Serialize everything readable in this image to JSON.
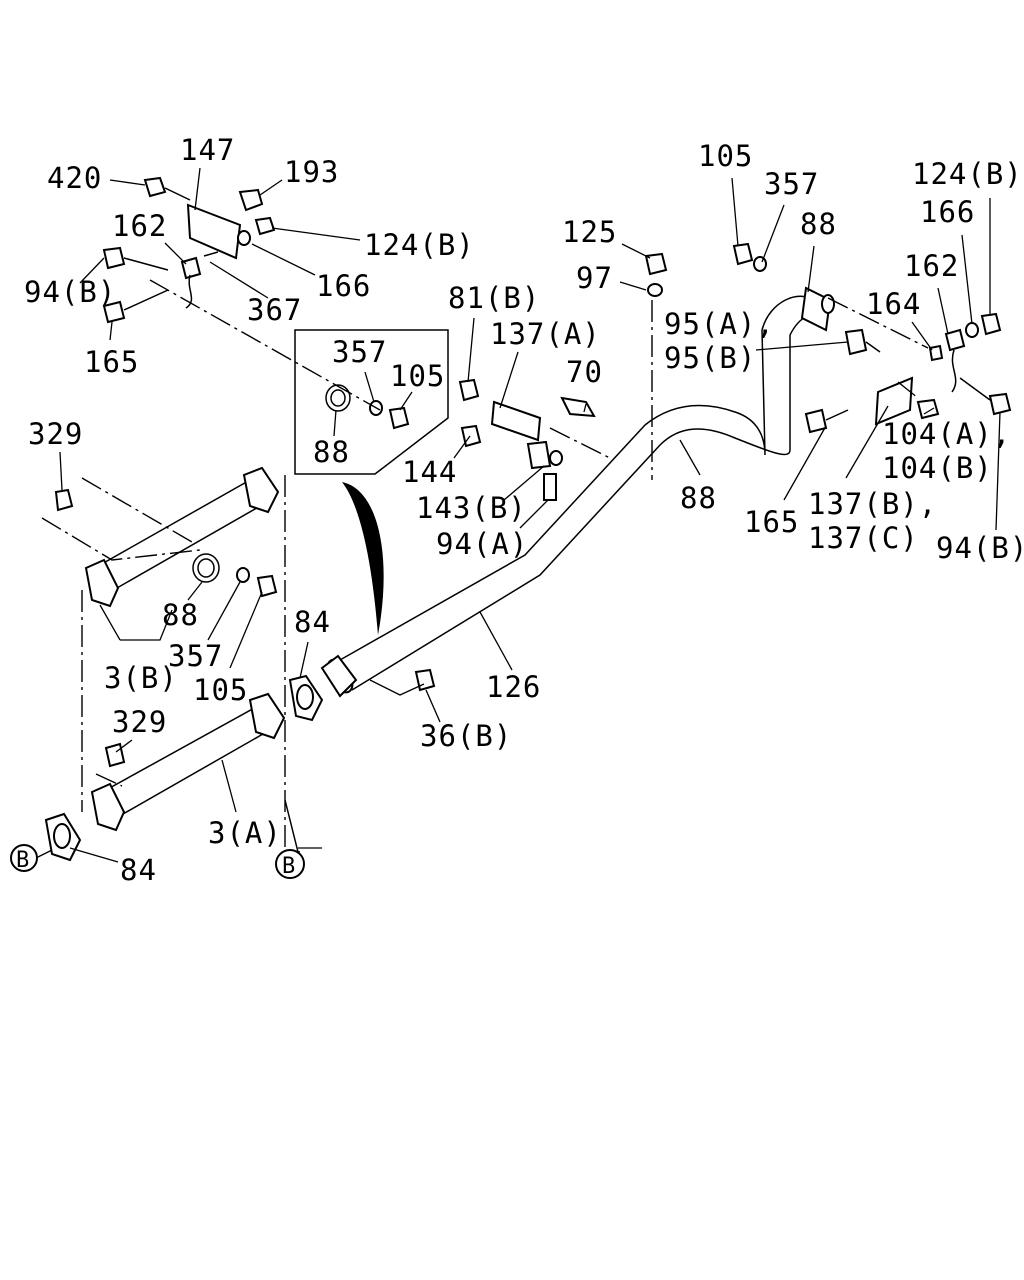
{
  "diagram": {
    "callouts": {
      "c420": "420",
      "c147": "147",
      "c193": "193",
      "c124b_top_left": "124(B)",
      "c162_left": "162",
      "c94b_left": "94(B)",
      "c166_left": "166",
      "c367": "367",
      "c165_left": "165",
      "c357_inset": "357",
      "c105_inset": "105",
      "c88_inset": "88",
      "c329_top": "329",
      "c88_mid": "88",
      "c357_mid": "357",
      "c105_mid": "105",
      "c3b": "3(B)",
      "c84_center": "84",
      "c329_low": "329",
      "c3a": "3(A)",
      "c84_left": "84",
      "c36b": "36(B)",
      "c126": "126",
      "c125": "125",
      "c97": "97",
      "c81b": "81(B)",
      "c137a": "137(A)",
      "c70": "70",
      "c144": "144",
      "c143b": "143(B)",
      "c94a": "94(A)",
      "c88_pipe": "88",
      "c105_right": "105",
      "c357_right": "357",
      "c88_right": "88",
      "c95a": "95(A),",
      "c95b": "95(B)",
      "c124b_right": "124(B)",
      "c166_right": "166",
      "c162_right": "162",
      "c164": "164",
      "c104a": "104(A),",
      "c104b": "104(B)",
      "c165_right": "165",
      "c137b": "137(B),",
      "c137c": "137(C)",
      "c94b_right": "94(B)"
    },
    "markers": {
      "left": "B",
      "center": "B"
    }
  }
}
